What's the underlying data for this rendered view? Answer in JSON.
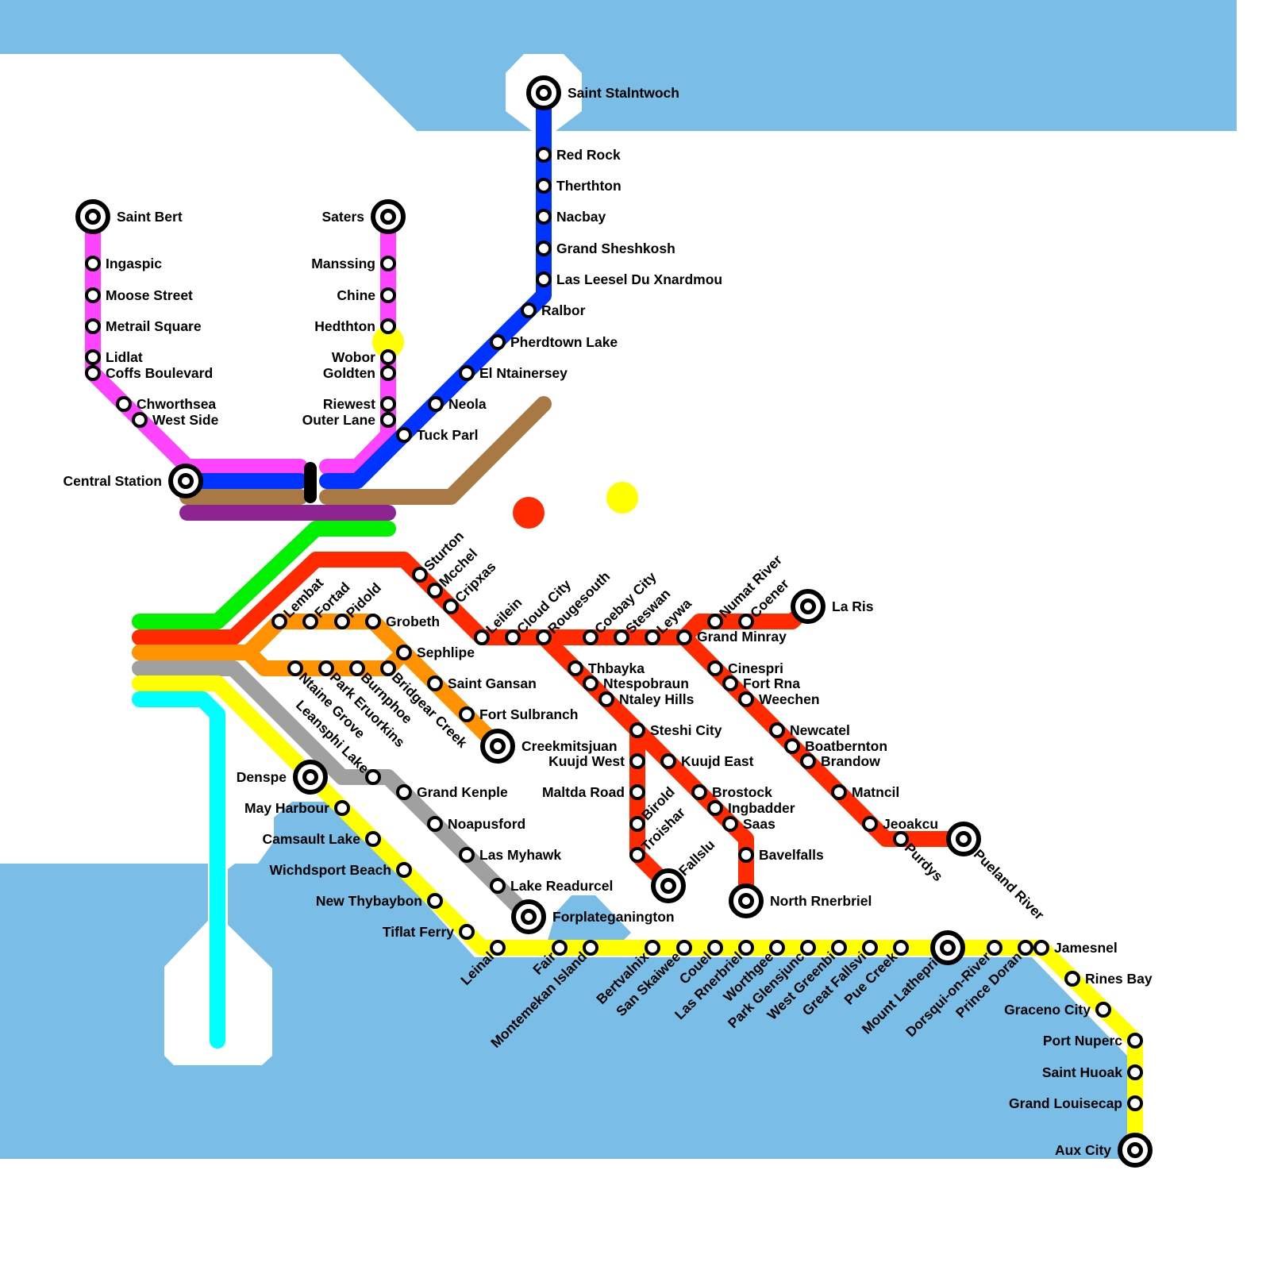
{
  "colors": {
    "water": "#7abde6",
    "land": "#ffffff",
    "pink": "#ff44ff",
    "blue": "#0033ff",
    "brown": "#a87944",
    "purple": "#8e2491",
    "green": "#00f000",
    "red": "#ff2a00",
    "orange": "#ff9200",
    "gray": "#a0a0a0",
    "yellow": "#ffff00",
    "cyan": "#00ffff",
    "connector": "#000000"
  },
  "markers": [
    {
      "color": "#ffff00"
    },
    {
      "color": "#ffff00"
    },
    {
      "color": "#ff2a00"
    }
  ],
  "stations": [
    {
      "name": "Saint Bert",
      "terminal": true
    },
    {
      "name": "Ingaspic"
    },
    {
      "name": "Moose Street"
    },
    {
      "name": "Metrail Square"
    },
    {
      "name": "Lidlat"
    },
    {
      "name": "Coffs Boulevard"
    },
    {
      "name": "Chworthsea"
    },
    {
      "name": "West Side"
    },
    {
      "name": "Central Station",
      "terminal": true
    },
    {
      "name": "Saters",
      "terminal": true
    },
    {
      "name": "Manssing"
    },
    {
      "name": "Chine"
    },
    {
      "name": "Hedthton"
    },
    {
      "name": "Wobor"
    },
    {
      "name": "Goldten"
    },
    {
      "name": "Riewest"
    },
    {
      "name": "Outer Lane"
    },
    {
      "name": "Saint Stalntwoch",
      "terminal": true
    },
    {
      "name": "Red Rock"
    },
    {
      "name": "Therthton"
    },
    {
      "name": "Nacbay"
    },
    {
      "name": "Grand Sheshkosh"
    },
    {
      "name": "Las Leesel Du Xnardmou"
    },
    {
      "name": "Ralbor"
    },
    {
      "name": "Pherdtown Lake"
    },
    {
      "name": "El Ntainersey"
    },
    {
      "name": "Neola"
    },
    {
      "name": "Tuck Parl"
    },
    {
      "name": "Lembat"
    },
    {
      "name": "Fortad"
    },
    {
      "name": "Pidold"
    },
    {
      "name": "Grobeth"
    },
    {
      "name": "Sephlipe"
    },
    {
      "name": "Saint Gansan"
    },
    {
      "name": "Fort Sulbranch"
    },
    {
      "name": "Creekmitsjuan",
      "terminal": true
    },
    {
      "name": "Ntaine Grove"
    },
    {
      "name": "Park Eruorkins"
    },
    {
      "name": "Burnphoe"
    },
    {
      "name": "Bridgear Creek"
    },
    {
      "name": "Sturton"
    },
    {
      "name": "Mcchel"
    },
    {
      "name": "Cripxas"
    },
    {
      "name": "Leilein"
    },
    {
      "name": "Cloud City"
    },
    {
      "name": "Rougesouth"
    },
    {
      "name": "Coebay City"
    },
    {
      "name": "Steswan"
    },
    {
      "name": "Leywa"
    },
    {
      "name": "Grand Minray"
    },
    {
      "name": "Numat River"
    },
    {
      "name": "Coener"
    },
    {
      "name": "La Ris",
      "terminal": true
    },
    {
      "name": "Thbayka"
    },
    {
      "name": "Ntespobraun"
    },
    {
      "name": "Ntaley Hills"
    },
    {
      "name": "Steshi City"
    },
    {
      "name": "Kuujd West"
    },
    {
      "name": "Maltda Road"
    },
    {
      "name": "Birold"
    },
    {
      "name": "Troishar"
    },
    {
      "name": "Fallslu",
      "terminal": true
    },
    {
      "name": "Kuujd East"
    },
    {
      "name": "Brostock"
    },
    {
      "name": "Ingbadder"
    },
    {
      "name": "Saas"
    },
    {
      "name": "Bavelfalls"
    },
    {
      "name": "North Rnerbriel",
      "terminal": true
    },
    {
      "name": "Cinespri"
    },
    {
      "name": "Fort Rna"
    },
    {
      "name": "Weechen"
    },
    {
      "name": "Newcatel"
    },
    {
      "name": "Boatbernton"
    },
    {
      "name": "Brandow"
    },
    {
      "name": "Matncil"
    },
    {
      "name": "Jeoakcu"
    },
    {
      "name": "Purdys"
    },
    {
      "name": "Pueland River",
      "terminal": true
    },
    {
      "name": "Leansphi Lake"
    },
    {
      "name": "Grand Kenple"
    },
    {
      "name": "Noapusford"
    },
    {
      "name": "Las Myhawk"
    },
    {
      "name": "Lake Readurcel"
    },
    {
      "name": "Forplateganington",
      "terminal": true
    },
    {
      "name": "Denspe",
      "terminal": true
    },
    {
      "name": "May Harbour"
    },
    {
      "name": "Camsault Lake"
    },
    {
      "name": "Wichdsport Beach"
    },
    {
      "name": "New Thybaybon"
    },
    {
      "name": "Tiflat Ferry"
    },
    {
      "name": "Leinal"
    },
    {
      "name": "Fair"
    },
    {
      "name": "Montemekan Island"
    },
    {
      "name": "Bertvalnix"
    },
    {
      "name": "San Skaiwee"
    },
    {
      "name": "Couel"
    },
    {
      "name": "Las Rnerbriel"
    },
    {
      "name": "Worthgee"
    },
    {
      "name": "Park Glensjunc"
    },
    {
      "name": "West Greenbi"
    },
    {
      "name": "Great Fallsvi"
    },
    {
      "name": "Pue Creek"
    },
    {
      "name": "Mount Lathepri",
      "terminal": true
    },
    {
      "name": "Dorsqui-on-River"
    },
    {
      "name": "Prince Doran"
    },
    {
      "name": "Jamesnel"
    },
    {
      "name": "Rines Bay"
    },
    {
      "name": "Graceno City"
    },
    {
      "name": "Port Nuperc"
    },
    {
      "name": "Saint Huoak"
    },
    {
      "name": "Grand Louisecap"
    },
    {
      "name": "Aux City",
      "terminal": true
    }
  ]
}
